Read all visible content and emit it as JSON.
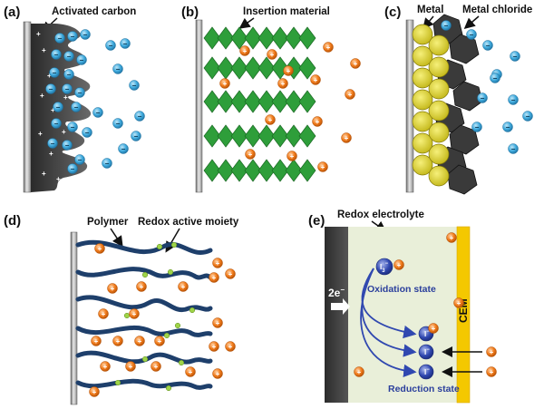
{
  "panels": {
    "a": {
      "tag": "(a)",
      "label": "Activated carbon"
    },
    "b": {
      "tag": "(b)",
      "label": "Insertion material"
    },
    "c": {
      "tag": "(c)",
      "label_metal": "Metal",
      "label_chloride": "Metal chloride"
    },
    "d": {
      "tag": "(d)",
      "label_polymer": "Polymer",
      "label_moiety": "Redox active moiety"
    },
    "e": {
      "tag": "(e)",
      "label": "Redox electrolyte",
      "electron": "2e",
      "electron_sup": "−",
      "ox_state": "Oxidation state",
      "red_state": "Reduction state",
      "membrane": "CEM",
      "triiodide": "I",
      "triiodide_sub": "3",
      "triiodide_sup": "−",
      "iodide": "I",
      "iodide_sup": "−"
    }
  },
  "ion_signs": {
    "anion": "−",
    "cation": "+"
  },
  "colors": {
    "anion": "#3ea9dc",
    "cation": "#f07a1a",
    "insertion": "#2e9e3a",
    "metal": "#dcd22a",
    "chloride": "#3a3a3a",
    "cem": "#f4c800",
    "redox_text": "#2b3f9c"
  }
}
